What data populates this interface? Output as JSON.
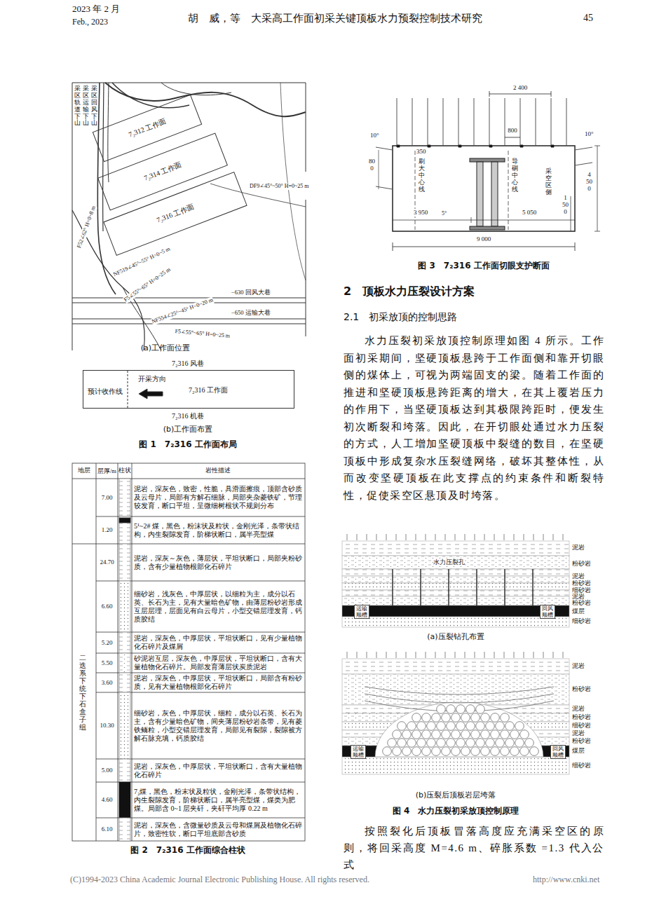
{
  "diagram": {
    "nodes": [
      {
        "text": [
          "7₂312 工作面"
        ]
      },
      {
        "text": [
          "7₂314 工作面"
        ]
      },
      {
        "text": [
          "7₂316 工作面"
        ]
      },
      {
        "text": [
          "预计收作线",
          "开采方向",
          "7₂316 工作面"
        ]
      }
    ],
    "labels": [
      "2023 年 2 月",
      "Feb., 2023",
      "胡　威，等　大采高工作面初采关键顶板水力预裂控制技术研究",
      "45",
      "采区轨道下山",
      "采区运输下山",
      "采区回风下山",
      "DF9∠45°~50° H=0~25 m",
      "F52∠62° H=0~8 m",
      "NF519∠45°~55° H=0~5 m",
      "F5∠55°~65° H=0~25 m",
      "NF554∠25°~45° H=0~20 m",
      "−630 回风大巷",
      "−650 运输大巷",
      "F5∠55°~65° H=0~25 m",
      "(a)工作面位置",
      "7₂316 风巷",
      "7₂316 机巷",
      "(b)工作面布置",
      "图 1　7₂316 工作面布局",
      "地层",
      "层厚/m",
      "柱状",
      "岩性描述",
      "二迭系下统下石盒子组",
      "7.00",
      "泥岩，深灰色，致密，性脆，具滑面擦痕，顶部含砂质及云母片，局部有方解石细脉，局部夹杂菱铁矿，节理较发育，断口平坦，呈微细树根状不规则分布",
      "1.20",
      "5¹~2# 煤，黑色，粉沫状及粒状，金刚光泽，条带状结构，内生裂隙发育，阶梯状断口，属半亮型煤",
      "24.70",
      "泥岩，深灰～灰色，薄层状，平坦状断口，局部夹粉砂质，含有少量植物根部化石碎片",
      "6.60",
      "细砂岩，浅灰色，中厚层状，以细粒为主，成分以石英、长石为主，见有大量暗色矿物，由薄层粉砂岩形成互层层理，层面见有白云母片，小型交错层理发育，钙质胶结",
      "5.20",
      "泥岩，深灰色，中厚层状，平坦状断口，见有少量植物化石碎片及煤屑",
      "5.50",
      "砂泥岩互层，深灰色，中厚层状，平坦状断口，含有大量植物化石碎片。局部发育薄层状炭质泥岩",
      "3.60",
      "泥岩，深灰色，中厚层状，平坦状断口，局部含有粉砂质，见有大量植物根部化石碎片",
      "10.30",
      "细砂岩，灰色，中厚层状，细粒，成分以石英、长石为主，含有少量暗色矿物，间夹薄层粉砂岩条带，见有菱铁鲕粒，小型交错层理发育，局部见有裂隙，裂隙被方解石脉充填，钙质胶结",
      "5.00",
      "泥岩，深灰色，中厚层状，平坦状断口，含有大量植物化石碎片",
      "4.60",
      "7₂煤，黑色，粉末状及粒状，金刚光泽，条带状结构，内生裂隙发育，阶梯状断口，属半亮型煤，煤类为肥煤。局部含 0~1 层夹矸，夹矸平均厚 0.22 m",
      "6.10",
      "泥岩，深灰色，含微量砂质及云母和煤屑及植物化石碎片，致密性软，断口平坦底部含砂质",
      "图 2　7₂316 工作面综合柱状",
      "2 400",
      "800",
      "10°",
      "10°",
      "350",
      "800",
      "刷大中心线",
      "导硐中心线",
      "采空区侧",
      "4 500",
      "3 950",
      "5°",
      "5 050",
      "1 500",
      "9 000",
      "图 3　7₂316 工作面切眼支护断面",
      "2　顶板水力压裂设计方案",
      "2.1　初采放顶的控制思路",
      "水力压裂初采放顶控制原理如图 4 所示。工作面初采期间，坚硬顶板悬跨于工作面侧和靠开切眼侧的煤体上，可视为两端固支的梁。随着工作面的推进和坚硬顶板悬跨距离的增大，在其上覆岩压力的作用下，当坚硬顶板达到其极限跨距时，便发生初次断裂和垮落。因此，在开切眼处通过水力压裂的方式，人工增加坚硬顶板中裂缝的数目，在坚硬顶板中形成复杂水压裂缝网络，破坏其整体性，从而改变坚硬顶板在此支撑点的约束条件和断裂特性，促使采空区悬顶及时垮落。",
      "泥岩",
      "粉砂岩",
      "泥岩",
      "粉砂岩",
      "细砂岩",
      "泥岩",
      "粉砂岩",
      "煤层",
      "细砂岩",
      "水力压裂孔",
      "运输顺槽",
      "回风顺槽",
      "(a)压裂钻孔布置",
      "泥岩",
      "粉砂岩",
      "泥岩",
      "粉砂岩",
      "细砂岩",
      "泥岩",
      "粉砂岩",
      "煤层",
      "细砂岩",
      "运输顺槽",
      "回风顺槽",
      "(b)压裂后顶板岩层垮落",
      "图 4　水力压裂初采放顶控制原理",
      "按照裂化后顶板冒落高度应充满采空区的原则，将回采高度 M=4.6 m、碎胀系数 =1.3 代入公式",
      "(C)1994-2023 China Academic Journal Electronic Publishing House. All rights reserved.",
      "http://www.cnki.net"
    ]
  }
}
